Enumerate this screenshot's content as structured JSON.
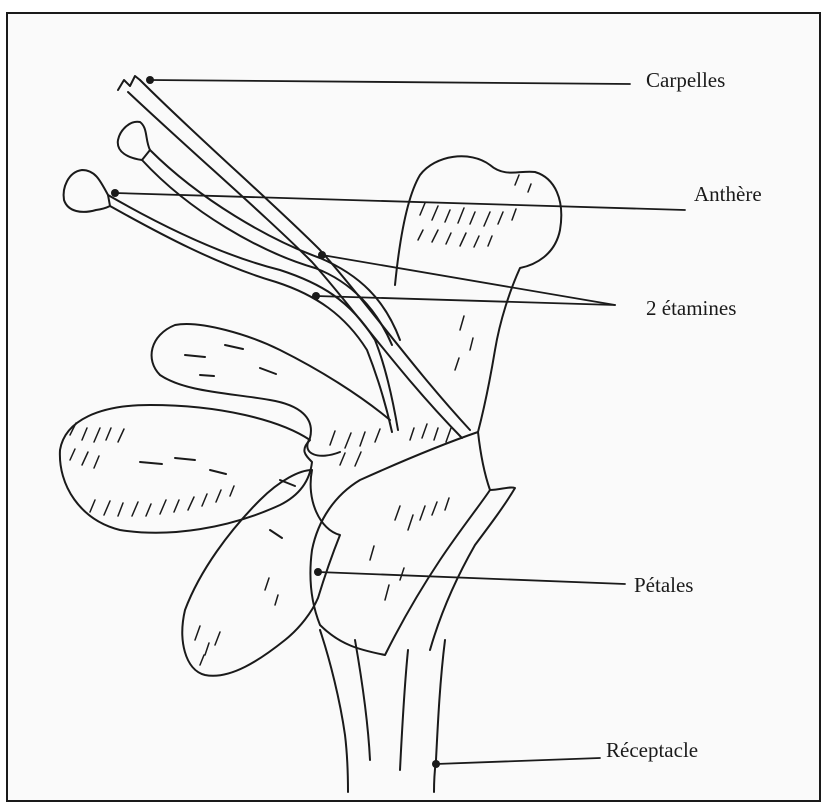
{
  "diagram": {
    "labels": {
      "carpelles": "Carpelles",
      "anthere": "Anthère",
      "etamines": "2 étamines",
      "petales": "Pétales",
      "receptacle": "Réceptacle"
    },
    "ink_color": "#1a1a1a",
    "background_color": "#fafafa"
  }
}
